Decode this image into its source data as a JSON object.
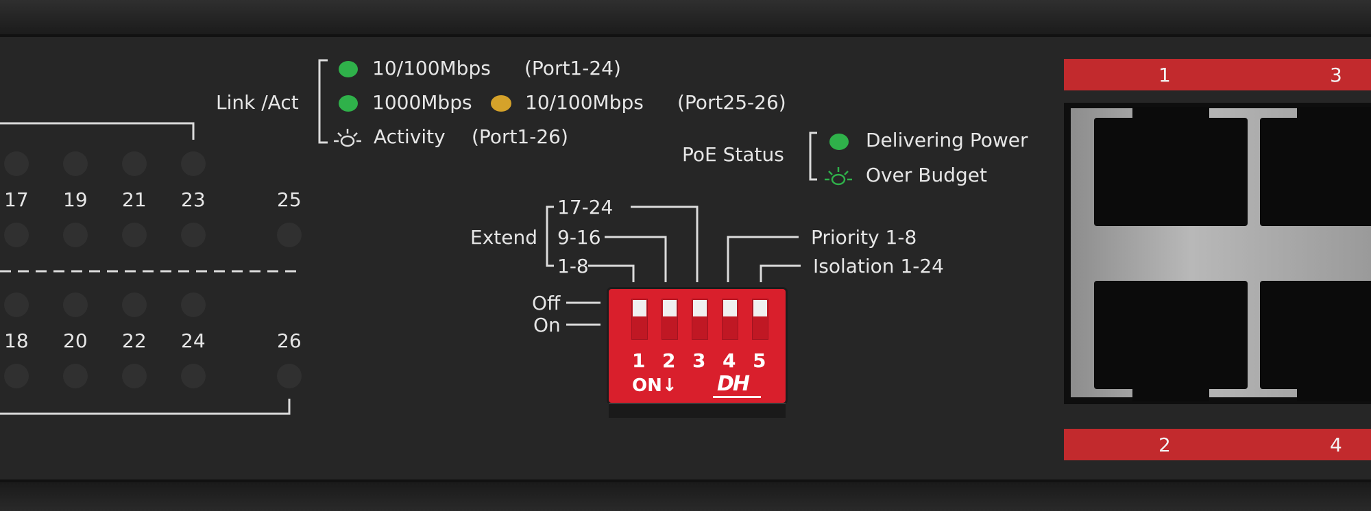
{
  "legend": {
    "link_act_label": "Link /Act",
    "row1_speed": "10/100Mbps",
    "row1_ports": "(Port1-24)",
    "row2_speed_a": "1000Mbps",
    "row2_speed_b": "10/100Mbps",
    "row2_ports": "(Port25-26)",
    "row3_activity": "Activity",
    "row3_ports": "(Port1-26)",
    "led_green": "#2fb14a",
    "led_amber": "#d5a22a"
  },
  "poe": {
    "label": "PoE Status",
    "delivering": "Delivering Power",
    "over_budget": "Over Budget"
  },
  "port_leds": {
    "top_numbers": [
      "17",
      "19",
      "21",
      "23",
      "25"
    ],
    "bottom_numbers": [
      "18",
      "20",
      "22",
      "24",
      "26"
    ]
  },
  "dip": {
    "extend_label": "Extend",
    "ranges": [
      "17-24",
      "9-16",
      "1-8"
    ],
    "priority": "Priority 1-8",
    "isolation": "Isolation 1-24",
    "off_label": "Off",
    "on_label": "On",
    "switch_numbers": [
      "1",
      "2",
      "3",
      "4",
      "5"
    ],
    "on_marker": "ON↓",
    "brand": "DH",
    "switch_color": "#d91f2c"
  },
  "rj45": {
    "top_numbers": [
      "1",
      "3"
    ],
    "bottom_numbers": [
      "2",
      "4"
    ],
    "strip_color": "#c22a2d"
  }
}
